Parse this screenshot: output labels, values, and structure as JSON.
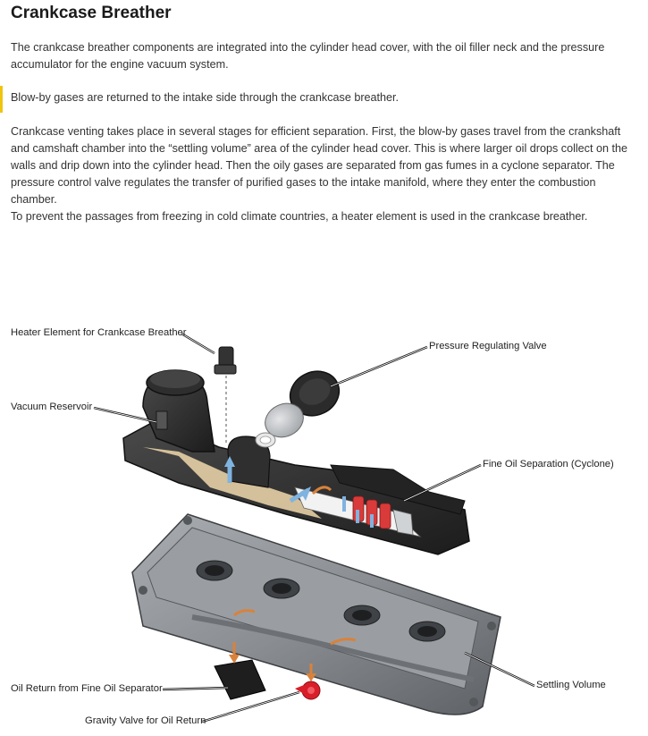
{
  "title": "Crankcase Breather",
  "paragraphs": [
    "The crankcase breather components are integrated into the cylinder head cover, with the oil filler neck and the pressure accumulator for the engine vacuum system.",
    "Blow-by gases are returned to the intake side through the crankcase breather.",
    "Crankcase venting takes place in several stages for efficient separation.  First, the blow-by gases travel from the crankshaft and camshaft chamber into the “settling volume” area of the cylinder head cover.  This is where larger oil drops collect on the walls and drip down into the cylinder head.  Then the oily gases are separated from gas fumes in a cyclone separator.  The pressure control valve regulates the transfer of purified gases to the intake manifold, where they enter the combustion chamber.",
    "To prevent the passages from freezing in cold climate countries, a heater element is used in the crankcase breather."
  ],
  "callouts": {
    "heater": "Heater Element for Crankcase Breather",
    "pressure_valve": "Pressure Regulating Valve",
    "vacuum_reservoir": "Vacuum Reservoir",
    "fine_oil": "Fine Oil Separation (Cyclone)",
    "oil_return": "Oil Return from Fine Oil Separator",
    "settling": "Settling Volume",
    "gravity_valve": "Gravity Valve for Oil Return"
  },
  "colors": {
    "accent_bar": "#f1c40f",
    "cover_gray": "#8e9296",
    "housing_black": "#2b2b2b",
    "flow_arrow_blue": "#7fb3e0",
    "oil_arrow_orange": "#d9823b",
    "gravity_valve_red": "#d91e2a",
    "insulation_tan": "#e6cfa5"
  }
}
